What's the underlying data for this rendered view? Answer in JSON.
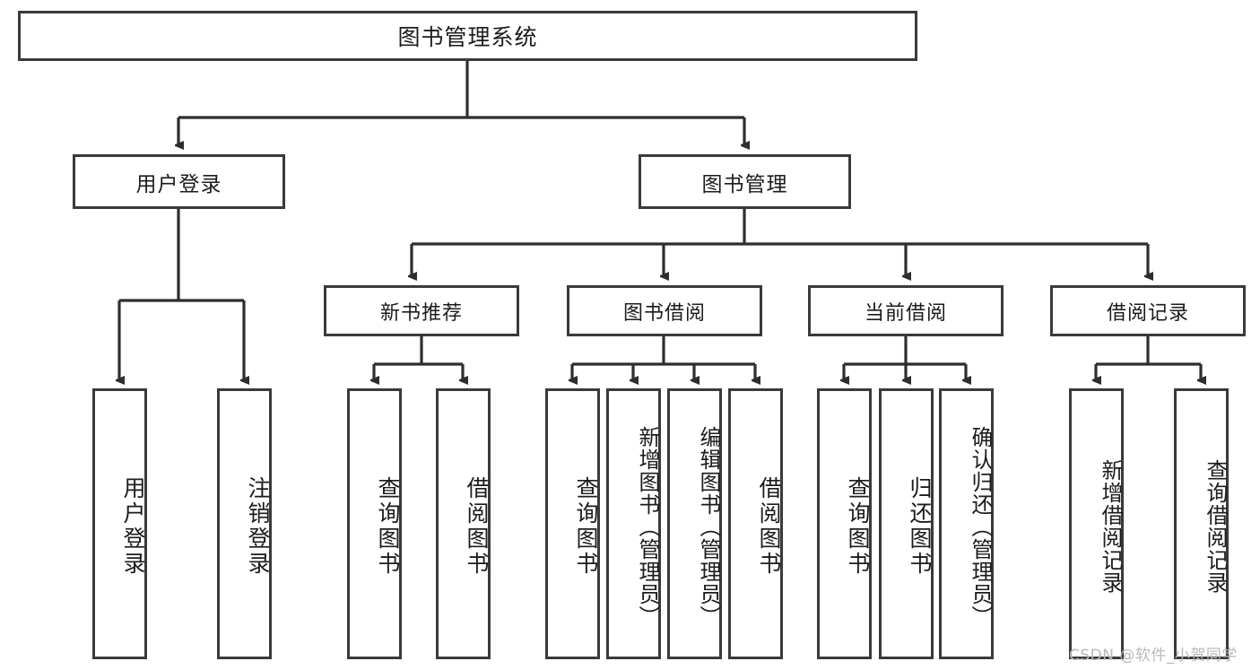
{
  "diagram": {
    "title": "图书管理系统",
    "root": {
      "label": "图书管理系统"
    },
    "level1": [
      {
        "label": "用户登录"
      },
      {
        "label": "图书管理"
      }
    ],
    "level2": [
      {
        "label": "新书推荐"
      },
      {
        "label": "图书借阅"
      },
      {
        "label": "当前借阅"
      },
      {
        "label": "借阅记录"
      }
    ],
    "leaves": {
      "user_login": [
        {
          "label": "用户登录"
        },
        {
          "label": "注销登录"
        }
      ],
      "new_book_recommend": [
        {
          "label": "查询图书"
        },
        {
          "label": "借阅图书"
        }
      ],
      "book_borrow": [
        {
          "label": "查询图书"
        },
        {
          "label": "新增图书（管理员）"
        },
        {
          "label": "编辑图书（管理员）"
        },
        {
          "label": "借阅图书"
        }
      ],
      "current_borrow": [
        {
          "label": "查询图书"
        },
        {
          "label": "归还图书"
        },
        {
          "label": "确认归还（管理员）"
        }
      ],
      "borrow_record": [
        {
          "label": "新增借阅记录"
        },
        {
          "label": "查询借阅记录"
        }
      ]
    }
  },
  "watermark": {
    "text": "CSDN @软件_小贺同学"
  },
  "colors": {
    "border": "#3a3a3a",
    "text": "#1c1c1c",
    "background": "#ffffff",
    "watermark": "#b9b9b9"
  }
}
